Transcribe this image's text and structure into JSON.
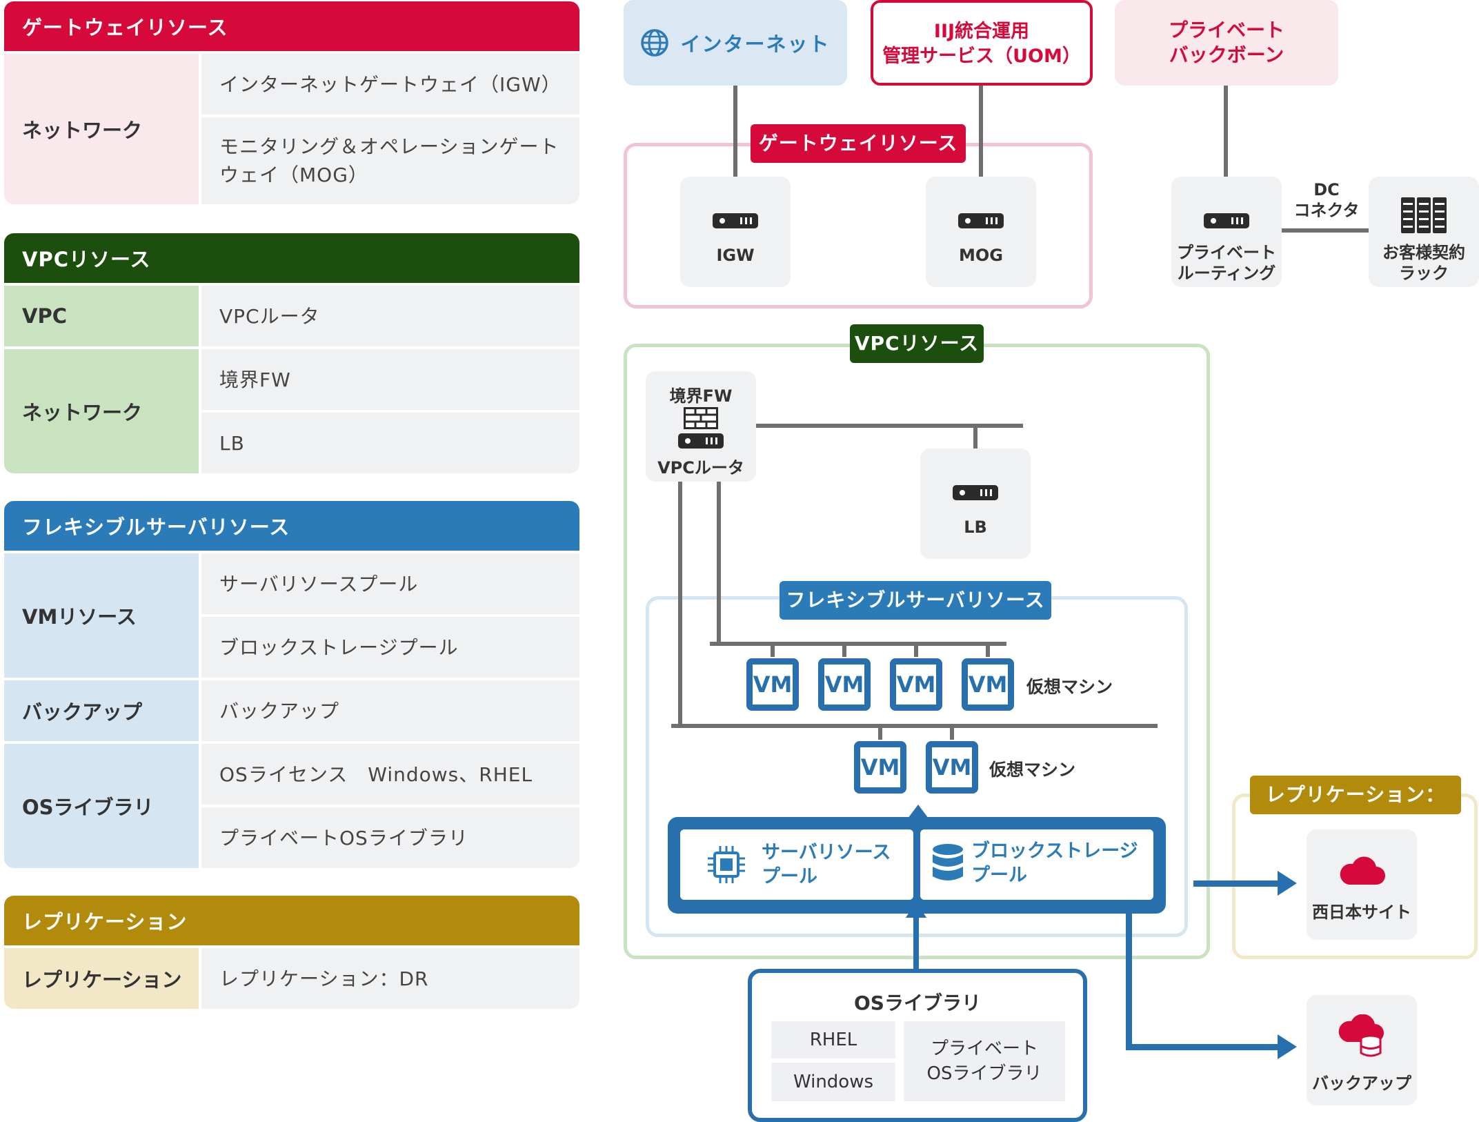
{
  "colors": {
    "gateway": "#d6093b",
    "gateway_light": "#fae9ec",
    "vpc": "#1c4e0d",
    "vpc_light": "#c9e2c0",
    "flex": "#2b7bb8",
    "flex_light": "#d6e5f2",
    "repl": "#b38b0c",
    "repl_light": "#f2e8c8",
    "internet_bg": "#dbe8f3",
    "gray_cell": "#f0f1f3"
  },
  "tables": {
    "gateway": {
      "header": "ゲートウェイリソース",
      "rows": [
        {
          "category": "ネットワーク",
          "items": [
            "インターネットゲートウェイ（IGW）",
            "モニタリング＆オペレーションゲートウェイ（MOG）"
          ]
        }
      ]
    },
    "vpc": {
      "header": "VPCリソース",
      "rows": [
        {
          "category": "VPC",
          "items": [
            "VPCルータ"
          ]
        },
        {
          "category": "ネットワーク",
          "items": [
            "境界FW",
            "LB"
          ]
        }
      ]
    },
    "flex": {
      "header": "フレキシブルサーバリソース",
      "rows": [
        {
          "category": "VMリソース",
          "items": [
            "サーバリソースプール",
            "ブロックストレージプール"
          ]
        },
        {
          "category": "バックアップ",
          "items": [
            "バックアップ"
          ]
        },
        {
          "category": "OSライブラリ",
          "items": [
            "OSライセンス　Windows、RHEL",
            "プライベートOSライブラリ"
          ]
        }
      ]
    },
    "repl": {
      "header": "レプリケーション",
      "rows": [
        {
          "category": "レプリケーション",
          "items": [
            "レプリケーション：DR"
          ]
        }
      ]
    }
  },
  "diagram": {
    "internet": "インターネット",
    "uom_line1": "IIJ統合運用",
    "uom_line2": "管理サービス（UOM）",
    "backbone_line1": "プライベート",
    "backbone_line2": "バックボーン",
    "gateway_badge": "ゲートウェイリソース",
    "igw": "IGW",
    "mog": "MOG",
    "private_routing_line1": "プライベート",
    "private_routing_line2": "ルーティング",
    "dc_line1": "DC",
    "dc_line2": "コネクタ",
    "rack_line1": "お客様契約",
    "rack_line2": "ラック",
    "vpc_badge": "VPCリソース",
    "fw": "境界FW",
    "vpc_router": "VPCルータ",
    "lb": "LB",
    "flex_badge": "フレキシブルサーバリソース",
    "vm": "VM",
    "vm_label_upper": "仮想マシン",
    "vm_label_lower": "仮想マシン",
    "server_pool_line1": "サーバリソース",
    "server_pool_line2": "プール",
    "storage_pool_line1": "ブロックストレージ",
    "storage_pool_line2": "プール",
    "os_lib_title": "OSライブラリ",
    "rhel": "RHEL",
    "windows": "Windows",
    "private_os_line1": "プライベート",
    "private_os_line2": "OSライブラリ",
    "repl_badge": "レプリケーション：DR",
    "west_site": "西日本サイト",
    "backup": "バックアップ"
  },
  "icons": {
    "internet": "globe-icon",
    "appliance": "server-appliance-icon",
    "firewall": "firewall-icon",
    "rack": "rack-icon",
    "cpu": "cpu-chip-icon",
    "storage": "database-icon",
    "cloud": "cloud-icon",
    "backup": "cloud-database-icon"
  }
}
